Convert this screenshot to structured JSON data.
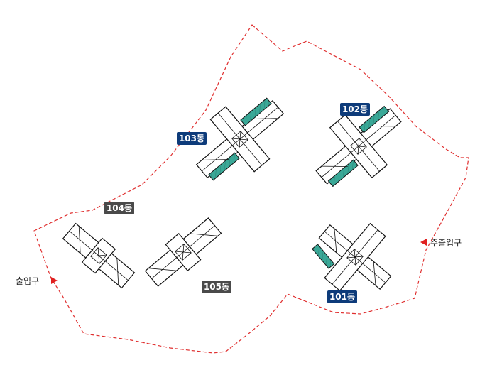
{
  "colors": {
    "boundary": "#e03030",
    "label_blue": "#0d3b7a",
    "label_gray": "#4a4a4a",
    "balcony_green": "#3aa897",
    "arrow_red": "#e02020",
    "line": "#111111"
  },
  "buildings": [
    {
      "id": "101",
      "label": "101동",
      "style": "blue"
    },
    {
      "id": "102",
      "label": "102동",
      "style": "blue"
    },
    {
      "id": "103",
      "label": "103동",
      "style": "blue"
    },
    {
      "id": "104",
      "label": "104동",
      "style": "gray"
    },
    {
      "id": "105",
      "label": "105동",
      "style": "gray"
    }
  ],
  "entrances": {
    "main": "주출입구",
    "secondary": "출입구"
  }
}
